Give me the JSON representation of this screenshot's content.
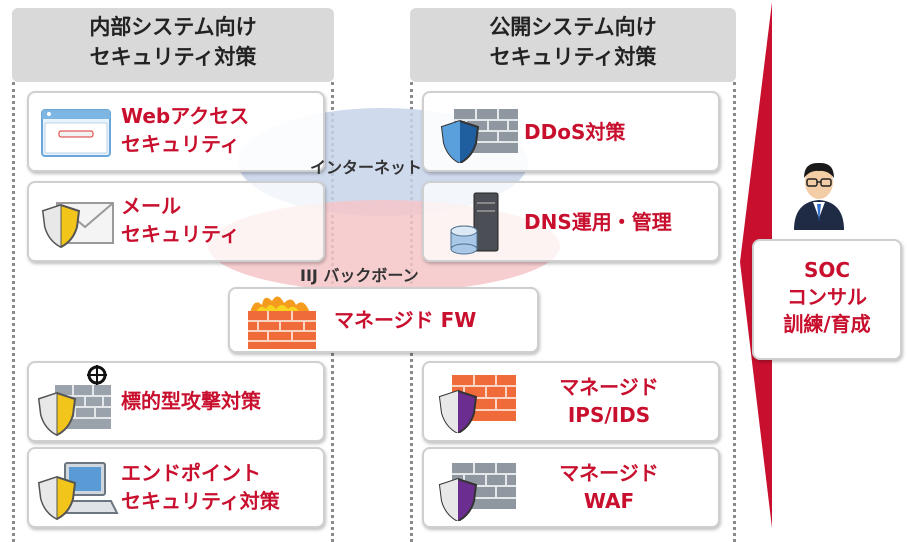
{
  "columns": {
    "internal": {
      "title_line1": "内部システム向け",
      "title_line2": "セキュリティ対策"
    },
    "public": {
      "title_line1": "公開システム向け",
      "title_line2": "セキュリティ対策"
    }
  },
  "internal_items": [
    {
      "line1": "Webアクセス",
      "line2": "セキュリティ",
      "icon": "browser-icon"
    },
    {
      "line1": "メール",
      "line2": "セキュリティ",
      "icon": "mail-shield-icon"
    },
    {
      "line1": "標的型攻撃対策",
      "line2": "",
      "icon": "targeted-attack-icon"
    },
    {
      "line1": "エンドポイント",
      "line2": "セキュリティ対策",
      "icon": "endpoint-pc-icon"
    }
  ],
  "public_items": [
    {
      "line1": "DDoS対策",
      "line2": "",
      "icon": "firewall-shield-icon"
    },
    {
      "line1": "DNS運用・管理",
      "line2": "",
      "icon": "server-db-icon"
    },
    {
      "line1": "マネージド",
      "line2": "IPS/IDS",
      "icon": "orange-firewall-icon"
    },
    {
      "line1": "マネージド",
      "line2": "WAF",
      "icon": "firewall-purple-shield-icon"
    }
  ],
  "network": {
    "internet_label": "インターネット",
    "backbone_label": "IIJ バックボーン",
    "managed_fw": "マネージド FW"
  },
  "soc": {
    "line1": "SOC",
    "line2": "コンサル",
    "line3": "訓練/育成"
  },
  "colors": {
    "accent": "#c8102e",
    "header_bg": "#d9d9d9",
    "internet": "#c7d3ea",
    "backbone": "#f4c6c8"
  }
}
